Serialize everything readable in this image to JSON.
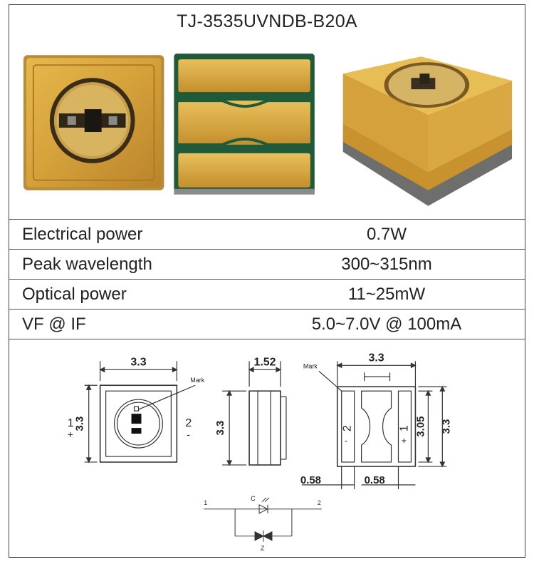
{
  "product": {
    "title": "TJ-3535UVNDB-B20A"
  },
  "specs": [
    {
      "label": "Electrical power",
      "value": "0.7W"
    },
    {
      "label": "Peak wavelength",
      "value": "300~315nm"
    },
    {
      "label": "Optical power",
      "value": "11~25mW"
    },
    {
      "label": "VF @ IF",
      "value": "5.0~7.0V @ 100mA"
    }
  ],
  "drawing": {
    "top_width": "3.3",
    "top_height": "3.3",
    "mark_label": "Mark",
    "side_thickness": "1.52",
    "side_height": "3.3",
    "bottom_width": "3.3",
    "bottom_mark_label": "Mark",
    "pad_height_inner": "3.05",
    "pad_height_outer": "3.3",
    "pad_gap_left": "0.58",
    "pad_gap_right": "0.58",
    "pin1_label": "1",
    "pin1_sign": "+",
    "pin2_label": "2",
    "pin2_sign": "-",
    "circuit_node_1": "1",
    "circuit_node_2": "2",
    "circuit_led": "C",
    "circuit_zener": "Z"
  },
  "colors": {
    "gold": "#d8a43c",
    "gold_dark": "#a8741c",
    "green_pcb": "#1f5a3a",
    "ceramic": "#8a8a88",
    "line": "#333333"
  }
}
